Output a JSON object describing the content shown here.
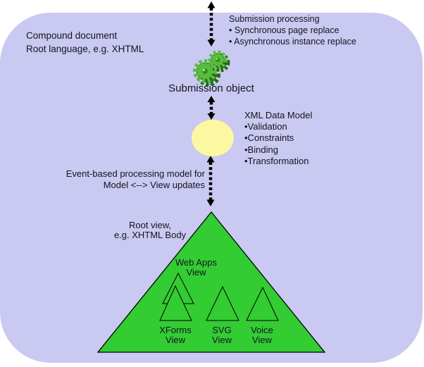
{
  "colors": {
    "panel_bg": "#c9c9f1",
    "triangle_green": "#33cc33",
    "ellipse_yellow": "#fcf8a2",
    "text": "#141420",
    "outline": "#000000",
    "gear_green": "#58bd3c",
    "gear_dark": "#206b12",
    "gear_mid": "#2f8f1e",
    "gear_light": "#a2e27f"
  },
  "panel": {
    "label_line1": "Compound document",
    "label_line2": "Root language, e.g. XHTML"
  },
  "submission": {
    "processing_title": "Submission processing",
    "processing_bullets": [
      "• Synchronous page replace",
      "• Asynchronous instance replace"
    ],
    "object_label": "Submission object"
  },
  "data_model": {
    "title": "XML Data Model",
    "bullets": [
      "•Validation",
      "•Constraints",
      "•Binding",
      "•Transformation"
    ]
  },
  "event_note": {
    "line1": "Event-based processing model for",
    "line2": "Model <--> View updates"
  },
  "root_view": {
    "label_line1": "Root view,",
    "label_line2": "e.g. XHTML Body",
    "web_apps_line1": "Web Apps",
    "web_apps_line2": "View",
    "sub_views": [
      {
        "line1": "XForms",
        "line2": "View"
      },
      {
        "line1": "SVG",
        "line2": "View"
      },
      {
        "line1": "Voice",
        "line2": "View"
      }
    ]
  }
}
